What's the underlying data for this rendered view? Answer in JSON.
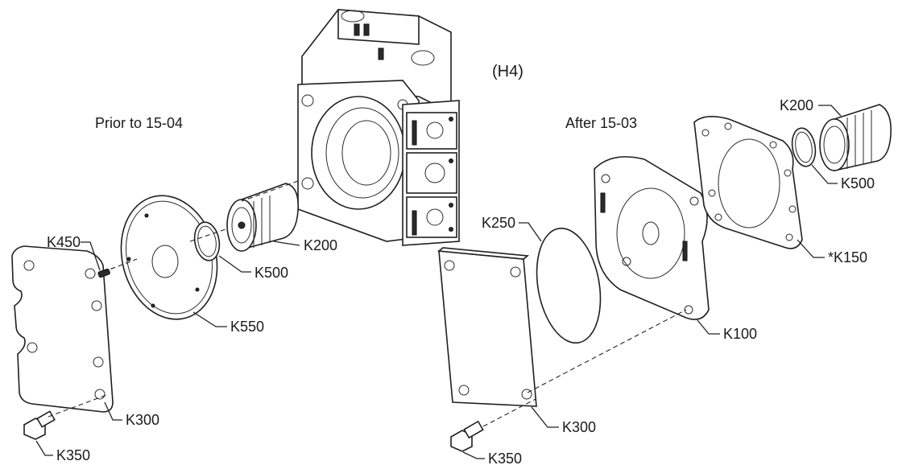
{
  "header": {
    "model": "(H4)"
  },
  "sections": {
    "prior": "Prior to 15-04",
    "after": "After 15-03"
  },
  "labels": {
    "k200_left": "K200",
    "k500_left": "K500",
    "k450": "K450",
    "k550": "K550",
    "k300_left": "K300",
    "k350_left": "K350",
    "k200_right": "K200",
    "k500_right": "K500",
    "k250": "K250",
    "k150": "*K150",
    "k100": "K100",
    "k300_right": "K300",
    "k350_right": "K350"
  }
}
